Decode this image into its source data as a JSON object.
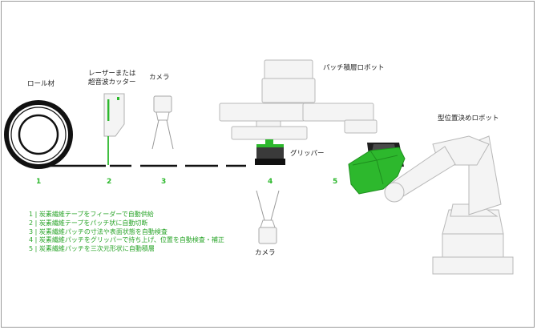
{
  "labels": {
    "roll": "ロール材",
    "cutter_line1": "レーザーまたは",
    "cutter_line2": "超音波カッター",
    "camera_top": "カメラ",
    "stacking_robot": "パッチ積層ロボット",
    "gripper": "グリッパー",
    "mold_robot": "型位置決めロボット",
    "camera_bottom": "カメラ"
  },
  "steps": [
    "1",
    "2",
    "3",
    "4",
    "5"
  ],
  "legend": [
    "1 | 炭素繊維テープをフィーダーで自動供給",
    "2 | 炭素繊維テープをパッチ状に自動切断",
    "3 | 炭素繊維パッチの寸法や表面状態を自動検査",
    "4 | 炭素繊維パッチをグリッパーで持ち上げ、位置を自動検査・補正",
    "5 | 炭素繊維パッチを三次元形状に自動積層"
  ],
  "colors": {
    "accent_green": "#2db82d",
    "robot_fill": "#f4f4f4",
    "robot_stroke": "#b8b8b8",
    "tape": "#111111"
  }
}
